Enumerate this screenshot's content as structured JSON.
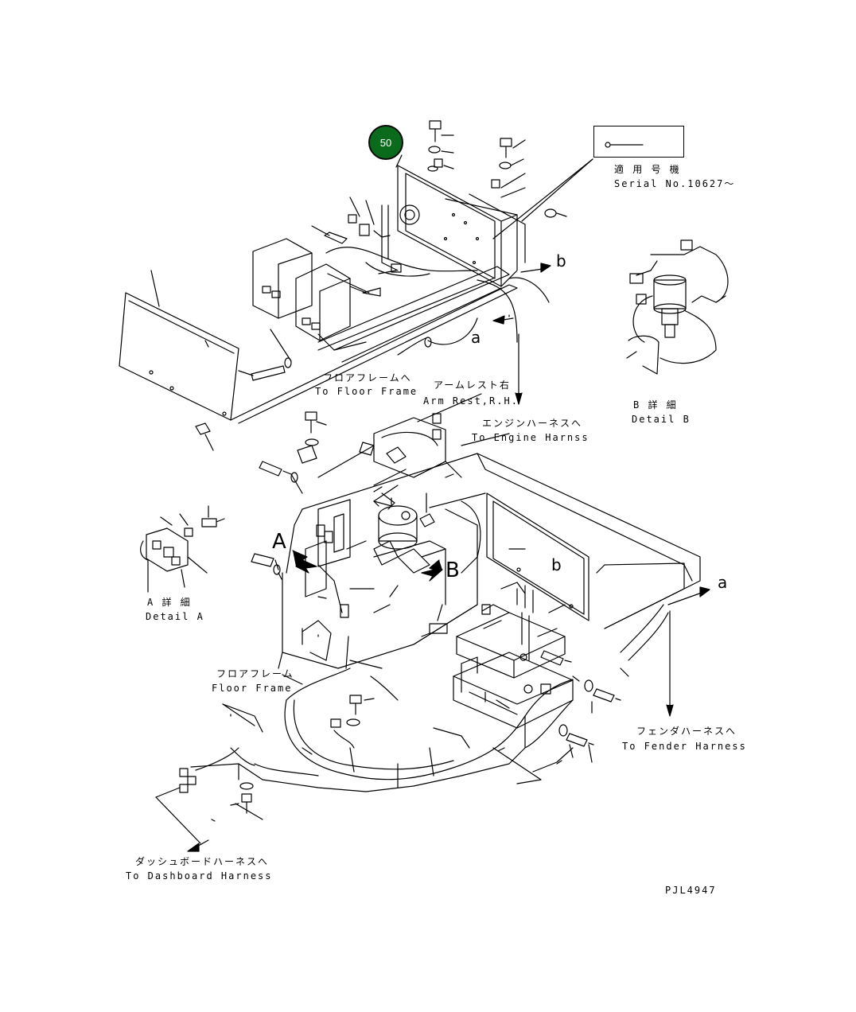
{
  "callout": {
    "number": "50"
  },
  "serial_note": {
    "jp": "適 用 号 機",
    "en": "Serial No.10627〜"
  },
  "labels": {
    "to_floor_frame_jp": "フロアフレームへ",
    "to_floor_frame_en": "To Floor Frame",
    "arm_rest_jp": "アームレスト右",
    "arm_rest_en": "Arm Rest,R.H.",
    "engine_harness_jp": "エンジンハーネスへ",
    "engine_harness_en": "To Engine Harnss",
    "detail_b_jp": "B 詳 細",
    "detail_b_en": "Detail B",
    "detail_a_jp": "A 詳 細",
    "detail_a_en": "Detail A",
    "floor_frame_jp": "フロアフレーム",
    "floor_frame_en": "Floor Frame",
    "fender_harness_jp": "フェンダハーネスへ",
    "fender_harness_en": "To Fender Harness",
    "dashboard_harness_jp": "ダッシュボードハーネスへ",
    "dashboard_harness_en": "To Dashboard Harness",
    "drawing_code": "PJL4947"
  },
  "letters": {
    "a_top": "a",
    "b_top": "b",
    "A_big": "A",
    "B_big": "B",
    "b_mid": "b",
    "a_right": "a"
  },
  "colors": {
    "callout_fill": "#0b6b1c",
    "line": "#000000"
  }
}
